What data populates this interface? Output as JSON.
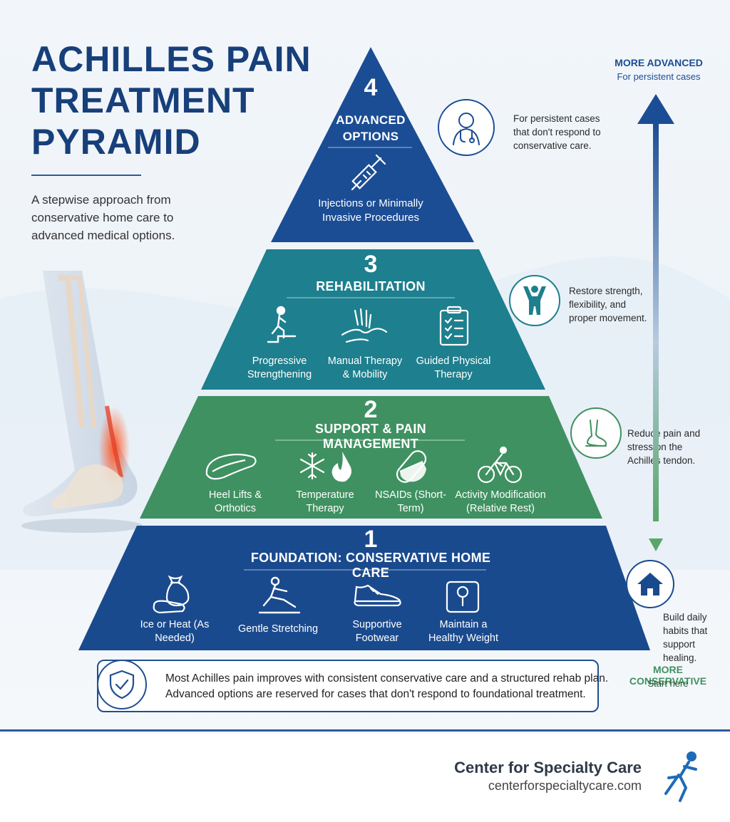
{
  "title": {
    "line1": "ACHILLES PAIN",
    "line2": "TREATMENT",
    "line3": "PYRAMID"
  },
  "subtitle": "A stepwise approach from conservative home care to advanced medical options.",
  "arrow": {
    "top_label": "MORE ADVANCED",
    "top_sub": "For persistent cases",
    "bottom_label": "MORE CONSERVATIVE",
    "bottom_sub": "Start here"
  },
  "tiers": {
    "t4": {
      "number": "4",
      "heading": "ADVANCED OPTIONS",
      "items": [
        {
          "label": "Injections or Minimally Invasive Procedures",
          "icon": "syringe-icon"
        }
      ],
      "side": "For persistent cases that don't respond to conservative care.",
      "side_icon": "doctor-icon",
      "color": "#1b4d94"
    },
    "t3": {
      "number": "3",
      "heading": "REHABILITATION",
      "items": [
        {
          "label": "Progressive Strengthening",
          "icon": "step-up-icon"
        },
        {
          "label": "Manual Therapy & Mobility",
          "icon": "hands-icon"
        },
        {
          "label": "Guided Physical Therapy",
          "icon": "clipboard-icon"
        }
      ],
      "side": "Restore strength, flexibility, and proper movement.",
      "side_icon": "person-arms-up-icon",
      "color": "#1e7f8e"
    },
    "t2": {
      "number": "2",
      "heading": "SUPPORT & PAIN MANAGEMENT",
      "items": [
        {
          "label": "Heel Lifts & Orthotics",
          "icon": "insole-icon"
        },
        {
          "label": "Temperature Therapy",
          "icon": "snowflake-flame-icon"
        },
        {
          "label": "NSAIDs (Short-Term)",
          "icon": "pill-icon"
        },
        {
          "label": "Activity Modification (Relative Rest)",
          "icon": "cyclist-icon"
        }
      ],
      "side": "Reduce pain and stress on the Achilles tendon.",
      "side_icon": "foot-icon",
      "color": "#3f9161"
    },
    "t1": {
      "number": "1",
      "heading": "FOUNDATION: CONSERVATIVE HOME CARE",
      "items": [
        {
          "label": "Ice or Heat (As Needed)",
          "icon": "ice-pack-icon"
        },
        {
          "label": "Gentle Stretching",
          "icon": "stretching-icon"
        },
        {
          "label": "Supportive Footwear",
          "icon": "shoe-icon"
        },
        {
          "label": "Maintain a Healthy Weight",
          "icon": "scale-icon"
        }
      ],
      "side": "Build daily habits that support healing.",
      "side_icon": "house-icon",
      "color": "#1a4a8e"
    }
  },
  "note": {
    "line1": "Most Achilles pain improves with consistent conservative care and a structured rehab plan.",
    "line2": "Advanced options are reserved for cases that don't respond to foundational treatment.",
    "icon": "shield-check-icon"
  },
  "brand": {
    "name": "Center for Specialty Care",
    "url": "centerforspecialtycare.com",
    "logo_icon": "runner-logo-icon"
  }
}
